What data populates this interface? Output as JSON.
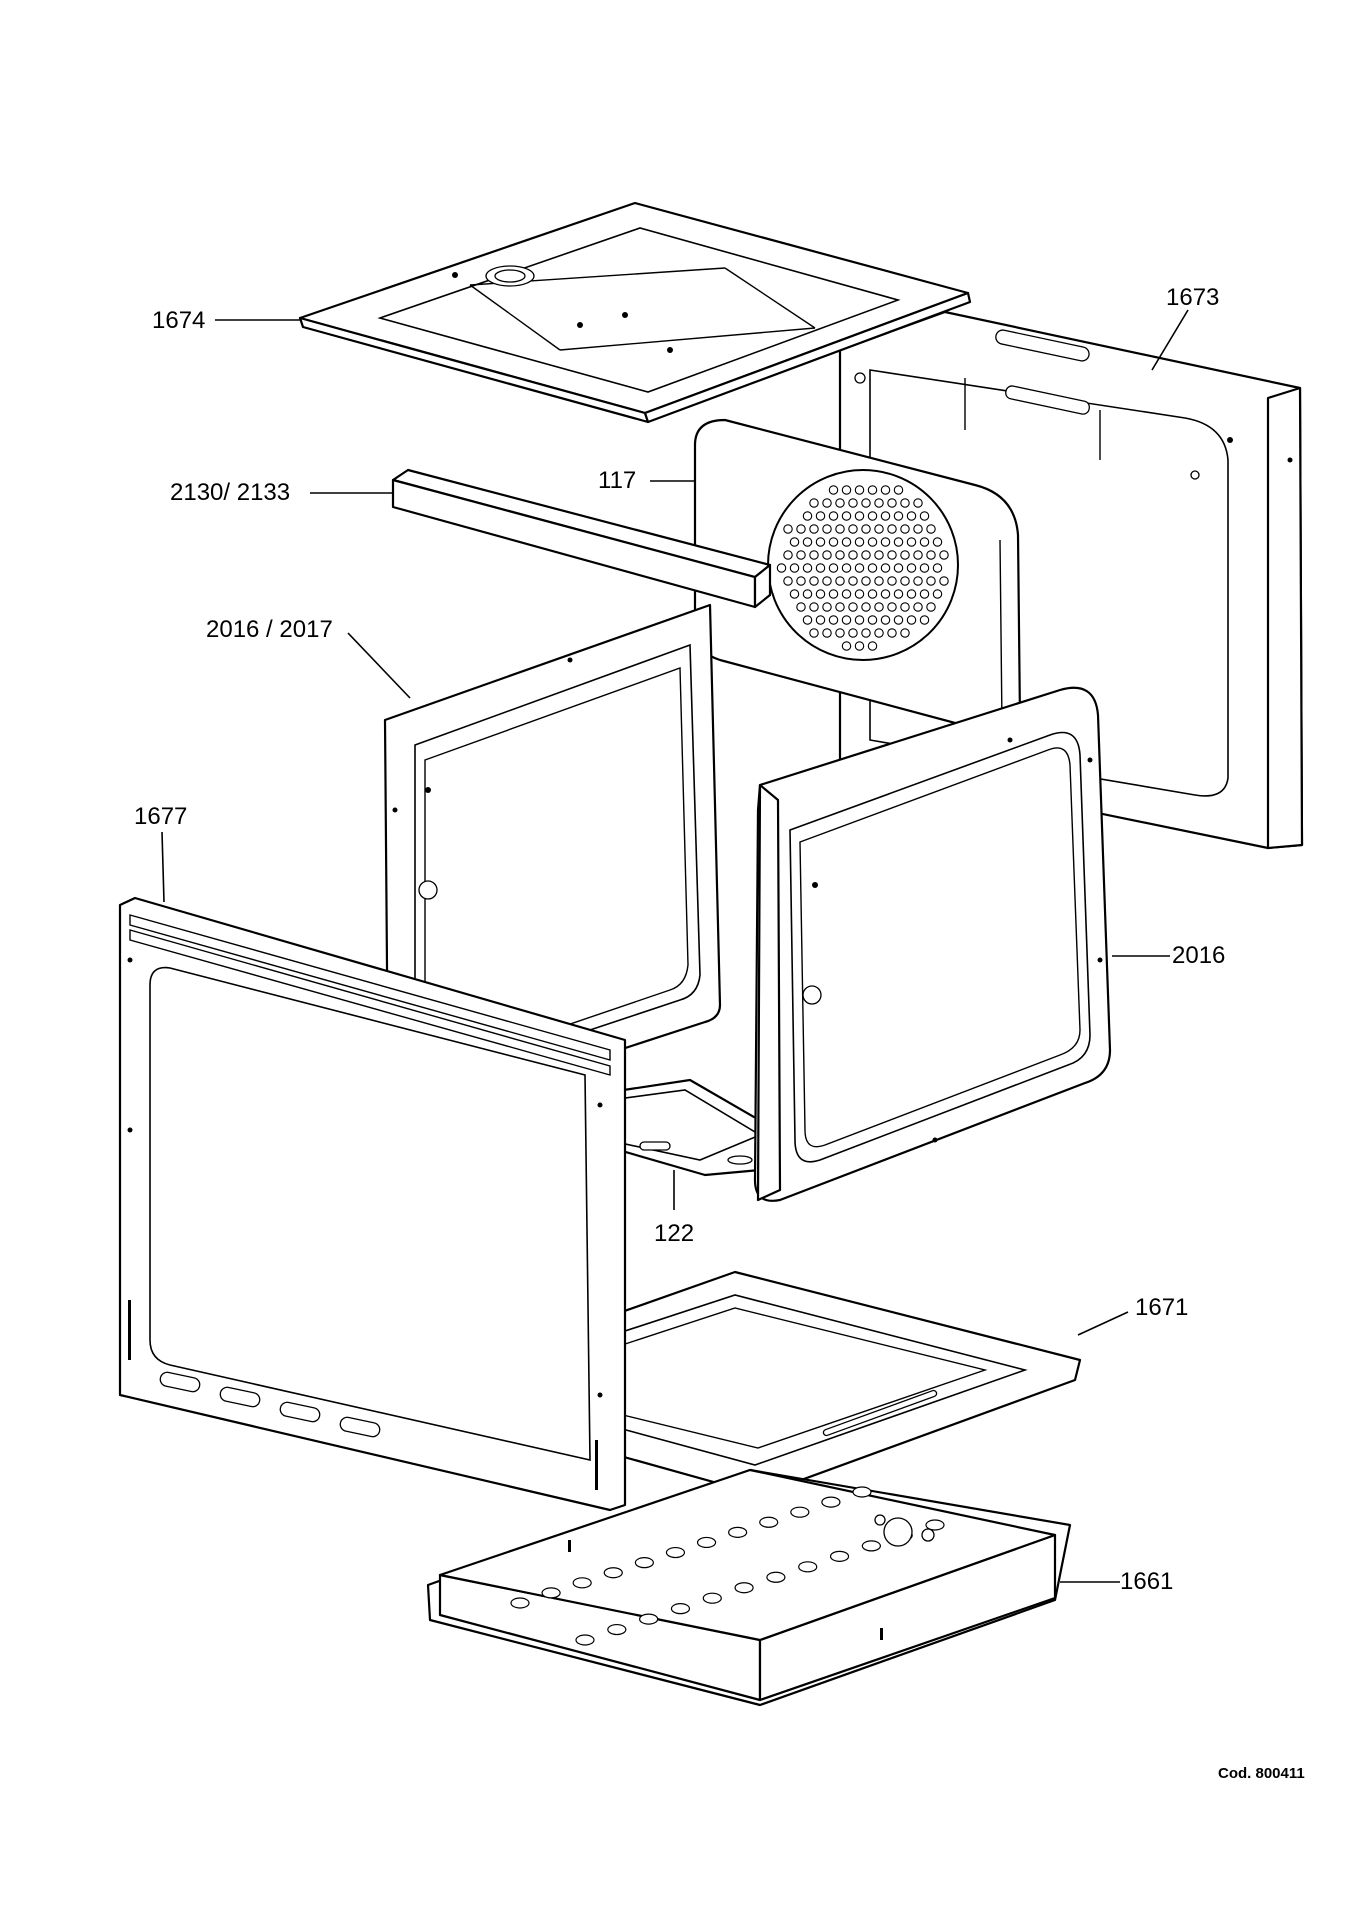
{
  "labels": {
    "p1674": "1674",
    "p1673": "1673",
    "p2130": "2130/ 2133",
    "p117": "117",
    "p2016_2017": "2016 / 2017",
    "p1677": "1677",
    "p2016": "2016",
    "p122": "122",
    "p1671": "1671",
    "p1661": "1661"
  },
  "code": "Cod. 800411"
}
